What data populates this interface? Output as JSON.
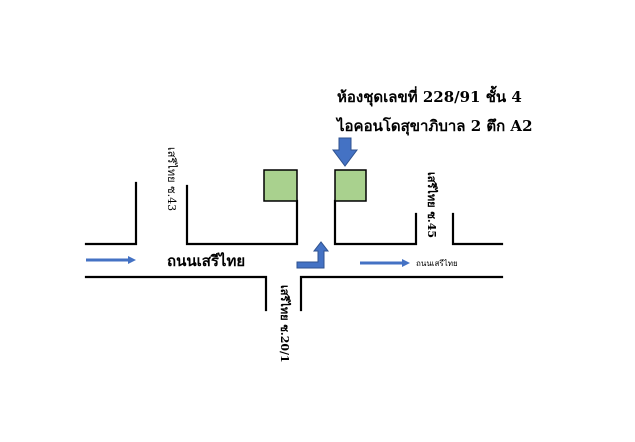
{
  "destination": {
    "line1": "ห้องชุดเลขที่ 228/91 ชั้น 4",
    "line2": "ไอคอนโดสุขาภิบาล 2  ตึก A2"
  },
  "roads": {
    "main_road": "ถนนเสรีไทย",
    "main_road_small": "ถนนเสรีไทย",
    "soi_43": "เสรีไทย ซ.43",
    "soi_45": "เสรีไทย ซ.45",
    "soi_20_1": "เสรีไทย ซ.20/1"
  },
  "colors": {
    "arrow": "#4472c4",
    "building": "#a9d18e"
  },
  "icons": {
    "destination_marker": "down-arrow-icon",
    "turn_marker": "turn-arrow-icon"
  }
}
